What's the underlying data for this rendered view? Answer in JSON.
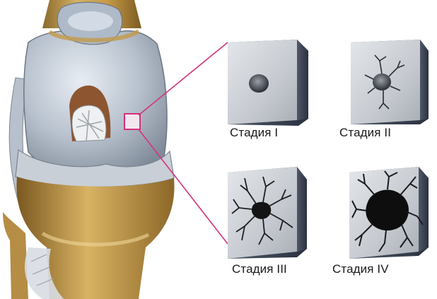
{
  "stages": [
    {
      "label": "Стадия I"
    },
    {
      "label": "Стадия II"
    },
    {
      "label": "Стадия III"
    },
    {
      "label": "Стадия IV"
    }
  ],
  "colors": {
    "bone": "#c8a24e",
    "cartilage": "#b9c3d0",
    "connector": "#d4327a",
    "defect": "#1b1b1b"
  },
  "icons": [
    "knee-joint-illustration",
    "cartilage-sample-icon"
  ]
}
